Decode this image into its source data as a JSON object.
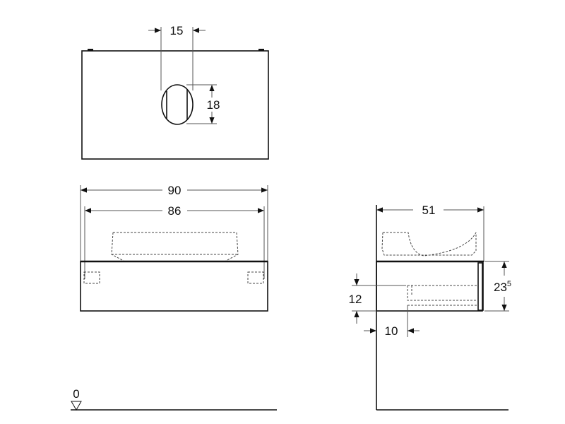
{
  "dimensions": {
    "hole_width": "15",
    "hole_height": "18",
    "overall_width": "90",
    "inner_width": "86",
    "depth": "51",
    "height_main": "23",
    "height_sup": "5",
    "drawer_offset_height": "12",
    "drawer_offset_depth": "10",
    "floor_level": "0"
  }
}
